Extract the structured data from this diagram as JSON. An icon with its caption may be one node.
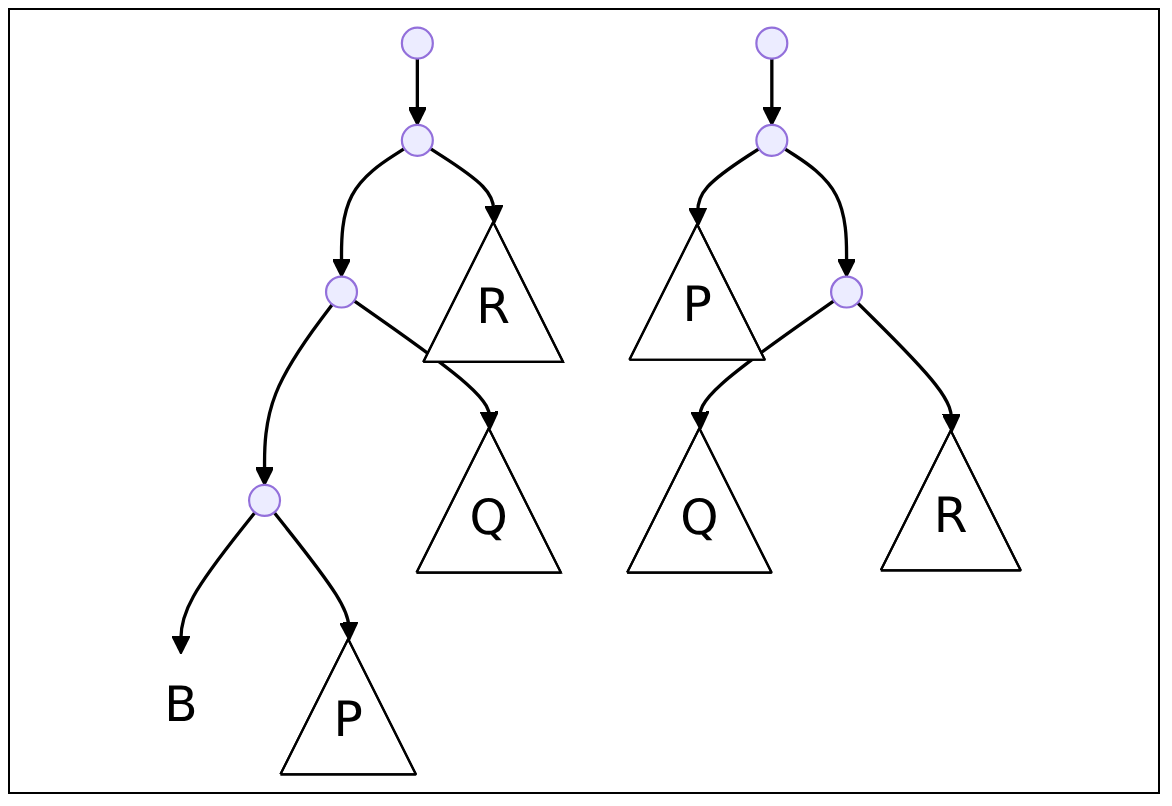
{
  "diagram": {
    "nodes": [
      {
        "text": [],
        "shape": "point"
      },
      {
        "text": [],
        "shape": "point"
      },
      {
        "text": [
          "R"
        ]
      },
      {
        "text": [],
        "shape": "point"
      },
      {
        "text": [
          "Q"
        ]
      },
      {
        "text": [
          "B"
        ]
      },
      {
        "text": [
          "P"
        ]
      },
      {
        "text": [],
        "shape": "point"
      },
      {
        "text": [
          "P"
        ]
      },
      {
        "text": [],
        "shape": "point"
      },
      {
        "text": [
          "Q"
        ]
      },
      {
        "text": [
          "R"
        ]
      }
    ],
    "edges": [
      {
        "from": null,
        "to": 0,
        "arrow": "to"
      },
      {
        "from": 0,
        "to": 1,
        "arrow": "to"
      },
      {
        "from": 0,
        "to": 2,
        "arrow": "to"
      },
      {
        "from": 1,
        "to": 3,
        "arrow": "to"
      },
      {
        "from": 1,
        "to": 4,
        "arrow": "to"
      },
      {
        "from": 3,
        "to": 5,
        "arrow": "to"
      },
      {
        "from": 3,
        "to": 6,
        "arrow": "to"
      },
      {
        "from": null,
        "to": 7,
        "arrow": "to"
      },
      {
        "from": 7,
        "to": 8,
        "arrow": "to"
      },
      {
        "from": 7,
        "to": 9,
        "arrow": "to"
      },
      {
        "from": 9,
        "to": 10,
        "arrow": "to"
      },
      {
        "from": 9,
        "to": 11,
        "arrow": "to"
      }
    ]
  }
}
